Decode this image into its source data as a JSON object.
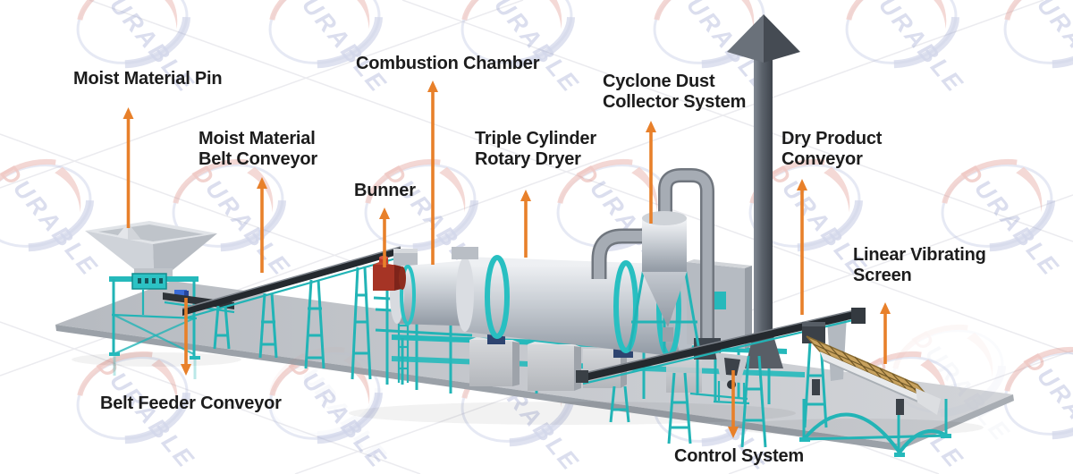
{
  "diagram_type": "industrial-equipment-flow-diagram",
  "watermark": {
    "first_letter": "D",
    "rest": "URABLE"
  },
  "labels": {
    "moist_material_pin": {
      "lines": [
        "Moist Material Pin"
      ]
    },
    "moist_material_belt_conveyor": {
      "lines": [
        "Moist Material",
        "Belt Conveyor"
      ]
    },
    "bunner": {
      "lines": [
        "Bunner"
      ]
    },
    "combustion_chamber": {
      "lines": [
        "Combustion Chamber"
      ]
    },
    "triple_cylinder_rotary_dryer": {
      "lines": [
        "Triple Cylinder",
        "Rotary Dryer"
      ]
    },
    "cyclone_dust_collector_system": {
      "lines": [
        "Cyclone Dust",
        "Collector System"
      ]
    },
    "dry_product_conveyor": {
      "lines": [
        "Dry Product",
        "Conveyor"
      ]
    },
    "linear_vibrating_screen": {
      "lines": [
        "Linear Vibrating",
        "Screen"
      ]
    },
    "belt_feeder_conveyor": {
      "lines": [
        "Belt Feeder Conveyor"
      ]
    },
    "control_system": {
      "lines": [
        "Control System"
      ]
    }
  },
  "colors": {
    "background": "#FFFFFF",
    "arrow_orange": "#E8802A",
    "label_text": "#1C1C1C",
    "machine_teal": "#2CC2C4",
    "machine_teal_dark": "#17989B",
    "drum_gray": "#CDD2D8",
    "drum_gray_dark": "#9FA6AF",
    "floor_gray": "#BFC3C9",
    "burner_red": "#A63425",
    "belt_dark": "#24292E",
    "chimney_gray": "#565C64",
    "screen_mesh_tan": "#C8A25E",
    "watermark_red": "#DD8B80",
    "watermark_blue": "#8F9ACA"
  }
}
